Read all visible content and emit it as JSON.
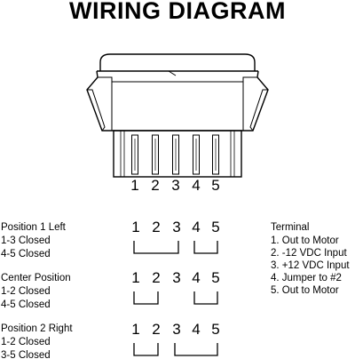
{
  "title": "WIRING DIAGRAM",
  "switch": {
    "pin_labels": [
      "1",
      "2",
      "3",
      "4",
      "5"
    ]
  },
  "positions": [
    {
      "name": "Position 1 Left",
      "closed": [
        "1-3 Closed",
        "4-5 Closed"
      ],
      "numbers": [
        "1",
        "2",
        "3",
        "4",
        "5"
      ],
      "connections": [
        [
          1,
          3
        ],
        [
          4,
          5
        ]
      ]
    },
    {
      "name": "Center Position",
      "closed": [
        "1-2 Closed",
        "4-5 Closed"
      ],
      "numbers": [
        "1",
        "2",
        "3",
        "4",
        "5"
      ],
      "connections": [
        [
          1,
          2
        ],
        [
          4,
          5
        ]
      ]
    },
    {
      "name": "Position 2 Right",
      "closed": [
        "1-2 Closed",
        "3-5 Closed"
      ],
      "numbers": [
        "1",
        "2",
        "3",
        "4",
        "5"
      ],
      "connections": [
        [
          1,
          2
        ],
        [
          3,
          5
        ]
      ]
    }
  ],
  "terminal": {
    "heading": "Terminal",
    "items": [
      "1. Out to Motor",
      "2. -12 VDC Input",
      "3. +12 VDC Input",
      "4. Jumper to #2",
      "5. Out to Motor"
    ]
  }
}
